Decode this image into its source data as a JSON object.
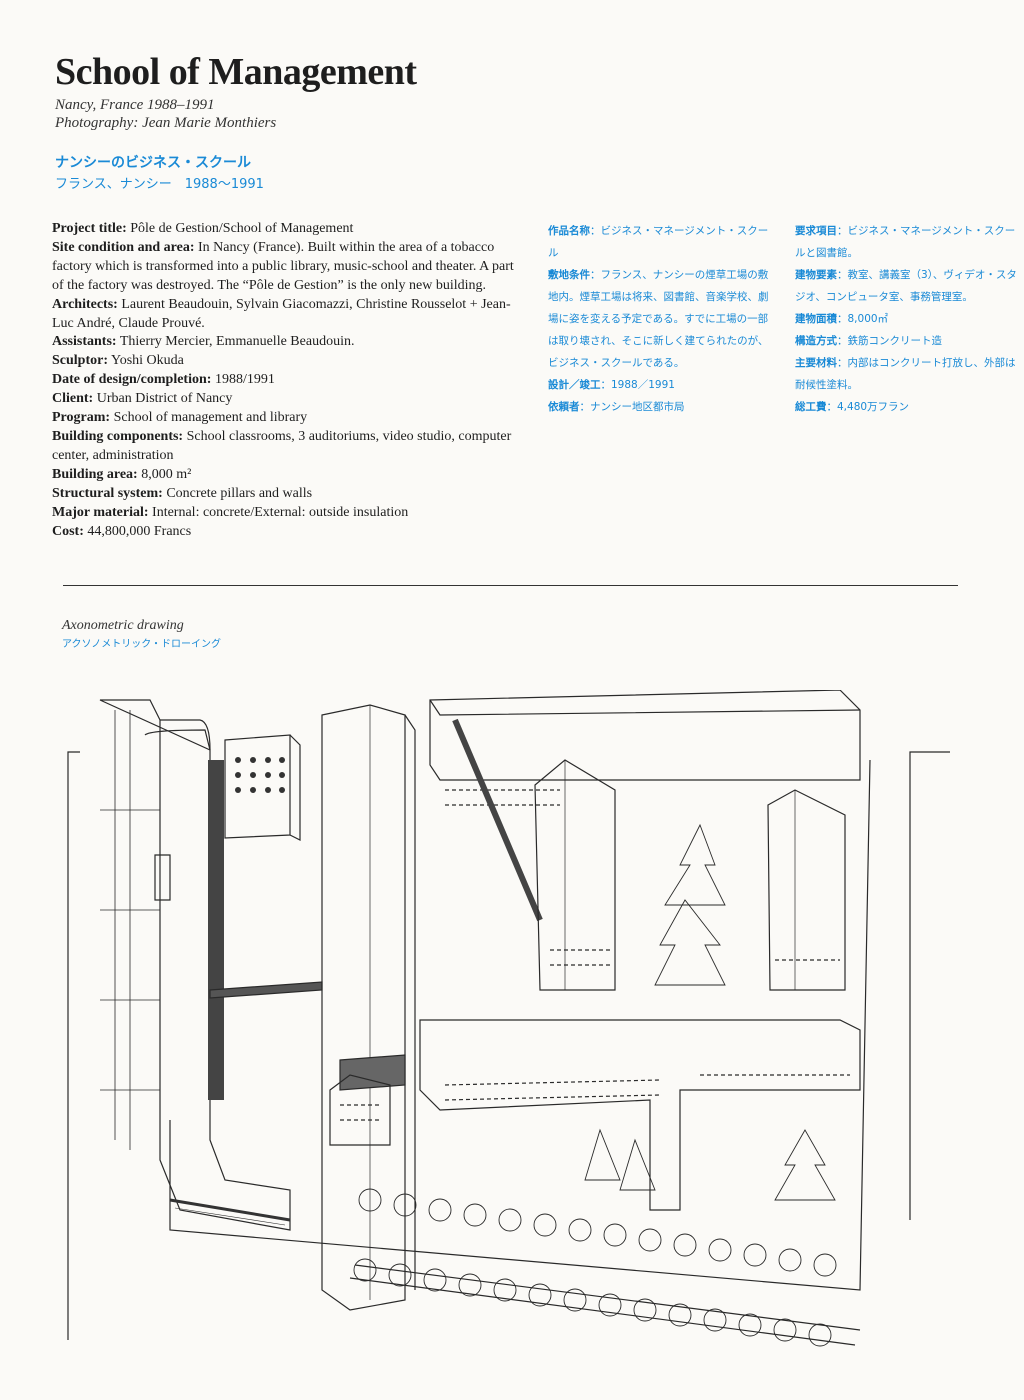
{
  "title": "School of Management",
  "subtitle": [
    "Nancy, France 1988–1991",
    "Photography: Jean Marie Monthiers"
  ],
  "jp_title": [
    "ナンシーのビジネス・スクール",
    "フランス、ナンシー　1988～1991"
  ],
  "specs": [
    {
      "label": "Project title:",
      "value": "Pôle de Gestion/School of Management"
    },
    {
      "label": "Site condition and area:",
      "value": "In Nancy (France). Built within the area of a tobacco factory which is transformed into a public library, music-school and theater. A part of the factory was destroyed. The “Pôle de Gestion” is the only new building."
    },
    {
      "label": "Architects:",
      "value": "Laurent Beaudouin, Sylvain Giacomazzi, Christine Rousselot + Jean-Luc André, Claude Prouvé."
    },
    {
      "label": "Assistants:",
      "value": "Thierry Mercier, Emmanuelle Beaudouin."
    },
    {
      "label": "Sculptor:",
      "value": "Yoshi Okuda"
    },
    {
      "label": "Date of design/completion:",
      "value": "1988/1991"
    },
    {
      "label": "Client:",
      "value": "Urban District of Nancy"
    },
    {
      "label": "Program:",
      "value": "School of management and library"
    },
    {
      "label": "Building components:",
      "value": "School classrooms, 3 auditoriums, video studio, computer center, administration"
    },
    {
      "label": "Building area:",
      "value": "8,000 m²"
    },
    {
      "label": "Structural system:",
      "value": "Concrete pillars and walls"
    },
    {
      "label": "Major material:",
      "value": "Internal: concrete/External: outside insulation"
    },
    {
      "label": "Cost:",
      "value": "44,800,000 Francs"
    }
  ],
  "jp_specs_left": [
    {
      "label": "作品名称",
      "value": "：ビジネス・マネージメント・スクール"
    },
    {
      "label": "敷地条件",
      "value": "：フランス、ナンシーの煙草工場の敷地内。煙草工場は将来、図書館、音楽学校、劇場に姿を変える予定である。すでに工場の一部は取り壊され、そこに新しく建てられたのが、ビジネス・スクールである。"
    },
    {
      "label": "設計／竣工",
      "value": "：1988／1991"
    },
    {
      "label": "依頼者",
      "value": "：ナンシー地区都市局"
    }
  ],
  "jp_specs_right": [
    {
      "label": "要求項目",
      "value": "：ビジネス・マネージメント・スクールと図書館。"
    },
    {
      "label": "建物要素",
      "value": "：教室、講義室（3）、ヴィデオ・スタジオ、コンピュータ室、事務管理室。"
    },
    {
      "label": "建物面積",
      "value": "：8,000㎡"
    },
    {
      "label": "構造方式",
      "value": "：鉄筋コンクリート造"
    },
    {
      "label": "主要材料",
      "value": "：内部はコンクリート打放し、外部は耐候性塗料。"
    },
    {
      "label": "総工費",
      "value": "：4,480万フラン"
    }
  ],
  "caption": "Axonometric drawing",
  "caption_jp": "アクソノメトリック・ドローイング",
  "colors": {
    "accent": "#1a8ad6",
    "ink": "#1e1e1e",
    "paper": "#fbfaf7"
  }
}
